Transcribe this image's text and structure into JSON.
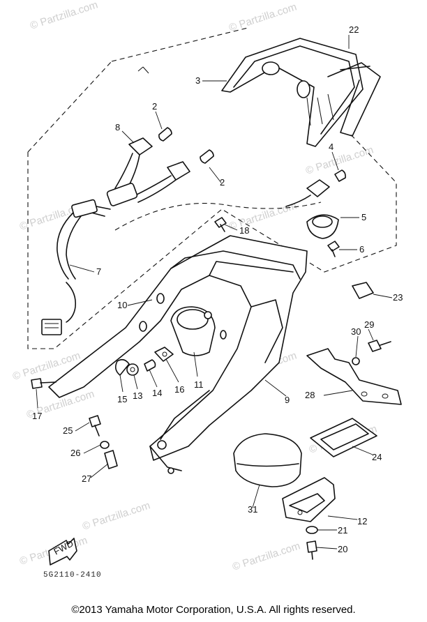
{
  "watermarks": [
    "© Partzilla.com",
    "© Partzilla.com",
    "© Partzilla.com",
    "© Partzilla.com",
    "© Partzilla.com",
    "© Partzilla.com",
    "© Partzilla.com",
    "© Partzilla.com",
    "© Partzilla.com",
    "© Partzilla.com",
    "© Partzilla.com",
    "© Partzilla.com"
  ],
  "part_labels": [
    "22",
    "3",
    "2",
    "8",
    "2",
    "4",
    "5",
    "18",
    "6",
    "7",
    "10",
    "23",
    "29",
    "30",
    "28",
    "9",
    "11",
    "16",
    "14",
    "13",
    "15",
    "17",
    "25",
    "26",
    "27",
    "24",
    "31",
    "12",
    "21",
    "20"
  ],
  "direction_tag": "FWD",
  "diagram_code": "5G2110-2410",
  "copyright": "©2013  Yamaha Motor Corporation, U.S.A. All rights reserved."
}
